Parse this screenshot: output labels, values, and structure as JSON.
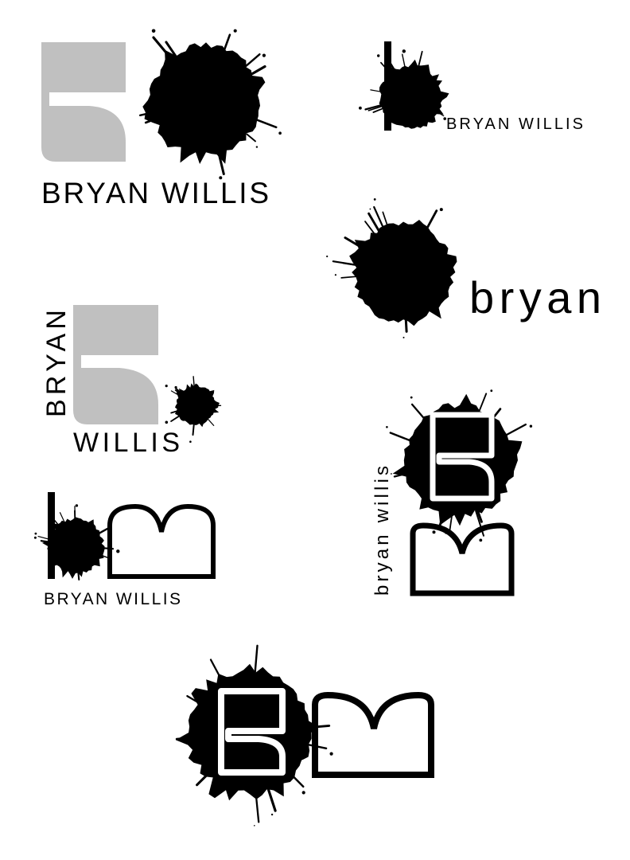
{
  "sheet": {
    "colors": {
      "background": "#ffffff",
      "ink": "#000000",
      "accent_gray": "#c0c0c0"
    },
    "variants": [
      {
        "name": "variant-1",
        "text": "BRYAN WILLIS"
      },
      {
        "name": "variant-2",
        "text": "BRYAN WILLIS"
      },
      {
        "name": "variant-3",
        "text": "bryan"
      },
      {
        "name": "variant-4",
        "text_top": "BRYAN",
        "text_bottom": "WILLIS"
      },
      {
        "name": "variant-5",
        "text": "bryan willis"
      },
      {
        "name": "variant-6",
        "text": "BRYAN WILLIS"
      },
      {
        "name": "variant-7"
      }
    ]
  }
}
